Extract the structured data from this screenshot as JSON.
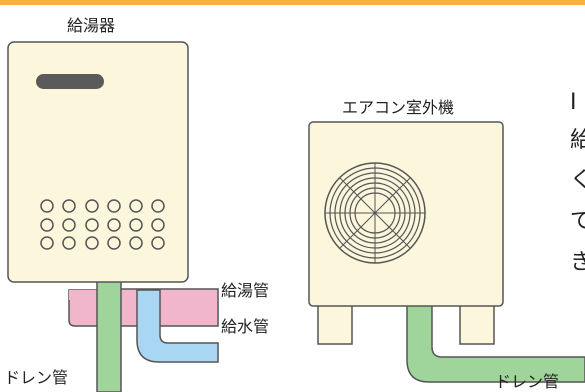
{
  "labels": {
    "water_heater": "給湯器",
    "ac_outdoor_unit": "エアコン室外機",
    "hot_water_pipe": "給湯管",
    "cold_water_pipe": "給水管",
    "drain_pipe_left": "ドレン管",
    "drain_pipe_right": "ドレン管"
  },
  "side_text": [
    "I",
    "給",
    "く",
    "で",
    "き"
  ],
  "colors": {
    "accent_bar": "#f6b33a",
    "unit_fill": "#fbf6dc",
    "outline": "#555555",
    "hot_pipe": "#f2b6cc",
    "cold_pipe": "#a9d6f2",
    "drain_pipe": "#9fd49a"
  }
}
